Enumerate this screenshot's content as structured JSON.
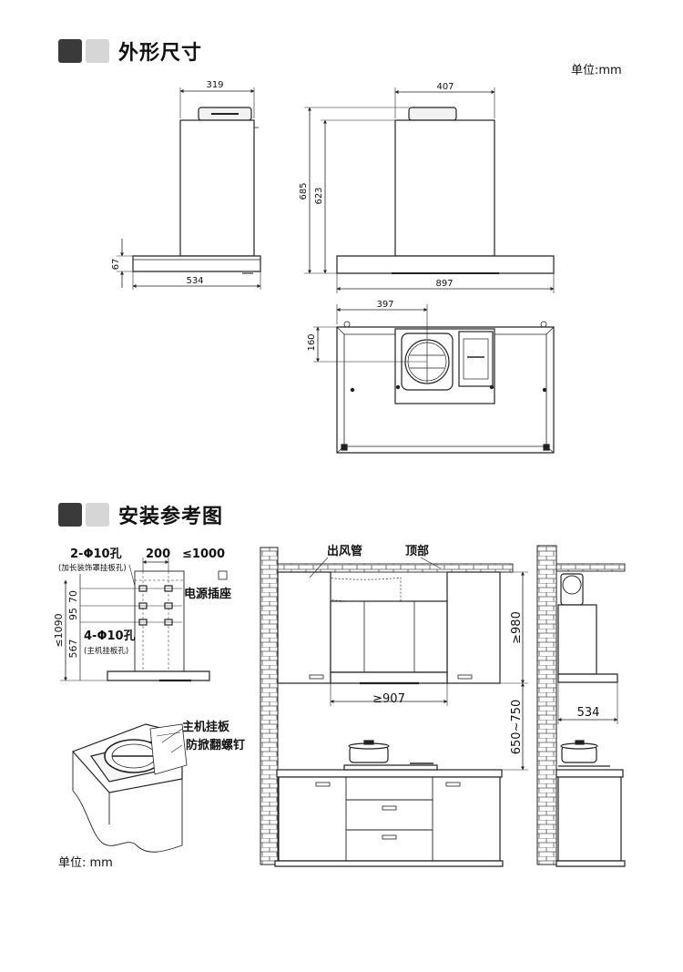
{
  "sections": [
    {
      "title": "外形尺寸",
      "unit_note": "单位:mm"
    },
    {
      "title": "安装参考图"
    }
  ],
  "dimensions": {
    "side_width": "319",
    "side_height": "67",
    "side_depth": "534",
    "front_top_width": "407",
    "front_total_height": "685",
    "front_body_height": "623",
    "front_width": "897",
    "top_offset": "397",
    "top_depth": "160"
  },
  "install": {
    "holes_top": "2-Φ10孔",
    "holes_top_note": "(加长装饰罩挂板孔)",
    "dim_200": "200",
    "dim_max_1000": "≤1000",
    "socket_label": "电源插座",
    "dim_70": "70",
    "dim_95": "95",
    "dim_567": "567",
    "dim_max_1090": "≤1090",
    "holes_main": "4-Φ10孔",
    "holes_main_note": "(主机挂板孔)",
    "bracket_label": "主机挂板",
    "screw_label": "防掀翻螺钉",
    "unit_note": "单位: mm",
    "duct_label": "出风管",
    "ceiling_label": "顶部",
    "min_980": "≥980",
    "min_907": "≥907",
    "range_650_750": "650~750",
    "side_534": "534"
  },
  "colors": {
    "dark_square": "#3a3a3a",
    "light_square": "#d6d6d6",
    "line": "#222222"
  }
}
